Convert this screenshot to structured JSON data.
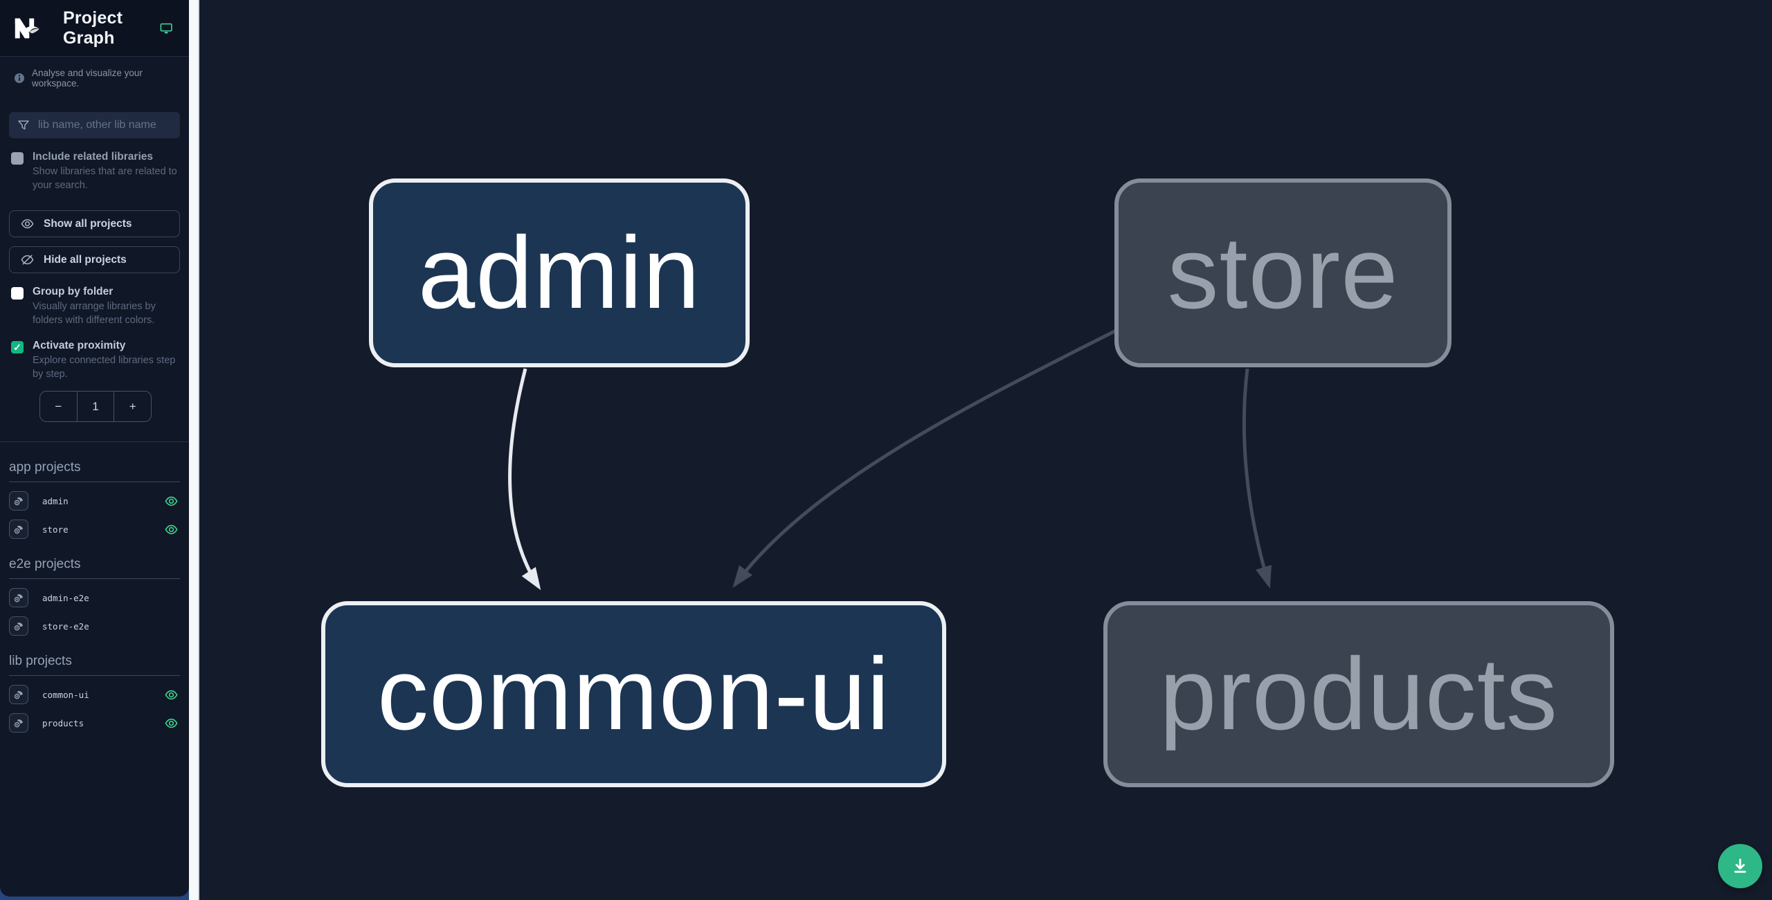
{
  "header": {
    "title": "Project Graph"
  },
  "sidebar": {
    "tagline": "Analyse and visualize your workspace.",
    "search": {
      "placeholder": "lib name, other lib name",
      "value": ""
    },
    "checkboxes": [
      {
        "label": "Include related libraries",
        "description": "Show libraries that are related to your search.",
        "checked": false,
        "disabled": true
      },
      {
        "label": "Group by folder",
        "description": "Visually arrange libraries by folders with different colors.",
        "checked": false
      },
      {
        "label": "Activate proximity",
        "description": "Explore connected libraries step by step.",
        "checked": true
      }
    ],
    "buttons": {
      "show_all": "Show all projects",
      "hide_all": "Hide all projects"
    },
    "proximity_counter": {
      "decrement": "−",
      "value": "1",
      "increment": "+"
    },
    "sections": [
      {
        "heading": "app projects",
        "items": [
          {
            "name": "admin",
            "visible": true
          },
          {
            "name": "store",
            "visible": true
          }
        ]
      },
      {
        "heading": "e2e projects",
        "items": [
          {
            "name": "admin-e2e",
            "visible": false
          },
          {
            "name": "store-e2e",
            "visible": false
          }
        ]
      },
      {
        "heading": "lib projects",
        "items": [
          {
            "name": "common-ui",
            "visible": true
          },
          {
            "name": "products",
            "visible": true
          }
        ]
      }
    ]
  },
  "graph": {
    "nodes": [
      {
        "id": "admin",
        "label": "admin",
        "state": "highlighted"
      },
      {
        "id": "store",
        "label": "store",
        "state": "faded"
      },
      {
        "id": "common-ui",
        "label": "common-ui",
        "state": "highlighted"
      },
      {
        "id": "products",
        "label": "products",
        "state": "faded"
      }
    ],
    "edges": [
      {
        "source": "admin",
        "target": "common-ui",
        "state": "highlighted"
      },
      {
        "source": "store",
        "target": "common-ui",
        "state": "faded"
      },
      {
        "source": "store",
        "target": "products",
        "state": "faded"
      }
    ],
    "checkmark": "✓"
  },
  "icons": {
    "nx-logo": "Nx brand mark",
    "monitor-icon": "connected editor monitor",
    "info-icon": "info circle",
    "filter-icon": "funnel",
    "eye-icon": "show / visible",
    "eye-off-icon": "hide",
    "focus-icon": "focus on project",
    "download-icon": "save graph image"
  },
  "colors": {
    "accent_green": "#2eb787",
    "eye_green": "#3fd68f",
    "checkbox_green": "#10b981",
    "node_highlight_fill": "#1c3553",
    "node_highlight_border": "#eceff3",
    "node_faded_fill": "#3b4250",
    "node_faded_border": "#858d9b",
    "edge_highlight": "#e7eaef",
    "edge_faded": "#434b5c",
    "sidebar_bg": "#101726",
    "canvas_bg": "#141b2a"
  }
}
